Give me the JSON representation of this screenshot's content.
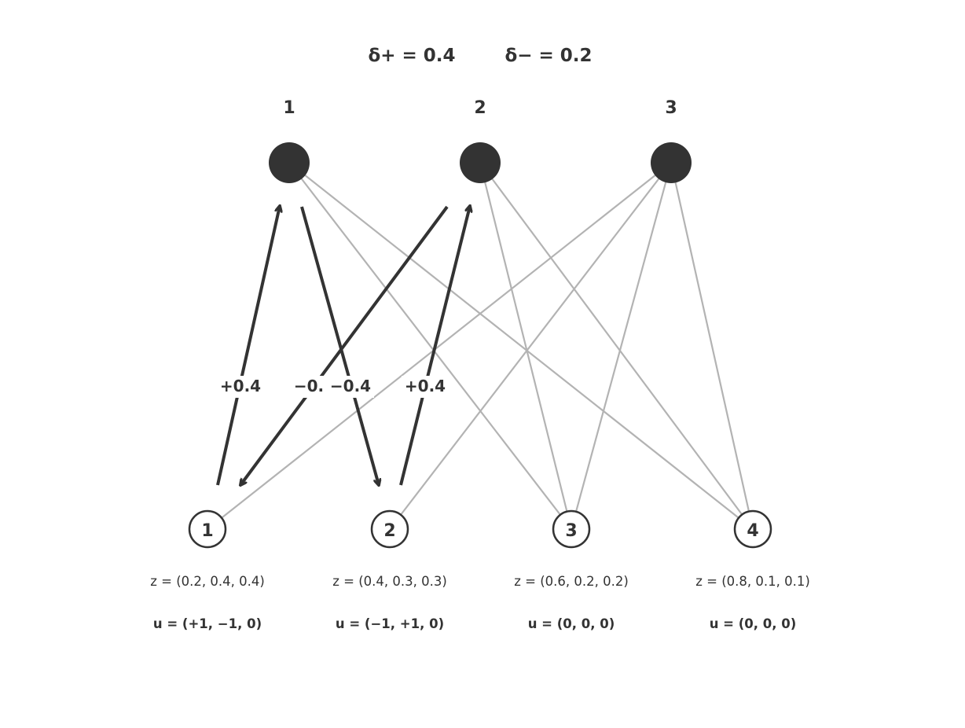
{
  "header": {
    "delta_plus": "δ+ = 0.4",
    "delta_minus": "δ− = 0.2"
  },
  "colors": {
    "dark": "#333333",
    "edge": "#b3b3b3",
    "background": "#ffffff"
  },
  "top_nodes": [
    {
      "label": "1"
    },
    {
      "label": "2"
    },
    {
      "label": "3"
    }
  ],
  "bottom_nodes": [
    {
      "label": "1",
      "z": "z = (0.2, 0.4, 0.4)",
      "u": "u = (+1, −1, 0)"
    },
    {
      "label": "2",
      "z": "z = (0.4, 0.3, 0.3)",
      "u": "u = (−1, +1, 0)"
    },
    {
      "label": "3",
      "z": "z = (0.6, 0.2, 0.2)",
      "u": "u = (0, 0, 0)"
    },
    {
      "label": "4",
      "z": "z = (0.8, 0.1, 0.1)",
      "u": "u = (0, 0, 0)"
    }
  ],
  "edges": [
    {
      "from_top": "1",
      "to_bottom": "3"
    },
    {
      "from_top": "1",
      "to_bottom": "4"
    },
    {
      "from_top": "2",
      "to_bottom": "3"
    },
    {
      "from_top": "2",
      "to_bottom": "4"
    },
    {
      "from_top": "3",
      "to_bottom": "1"
    },
    {
      "from_top": "3",
      "to_bottom": "2"
    },
    {
      "from_top": "3",
      "to_bottom": "3"
    },
    {
      "from_top": "3",
      "to_bottom": "4"
    }
  ],
  "flows": [
    {
      "from_bottom": "1",
      "to_top": "1",
      "label": "+0.4"
    },
    {
      "from_top": "1",
      "to_bottom": "2",
      "label": "−0.4"
    },
    {
      "from_top": "2",
      "to_bottom": "1",
      "label": "−0."
    },
    {
      "from_bottom": "2",
      "to_top": "2",
      "label": "+0.4"
    }
  ]
}
